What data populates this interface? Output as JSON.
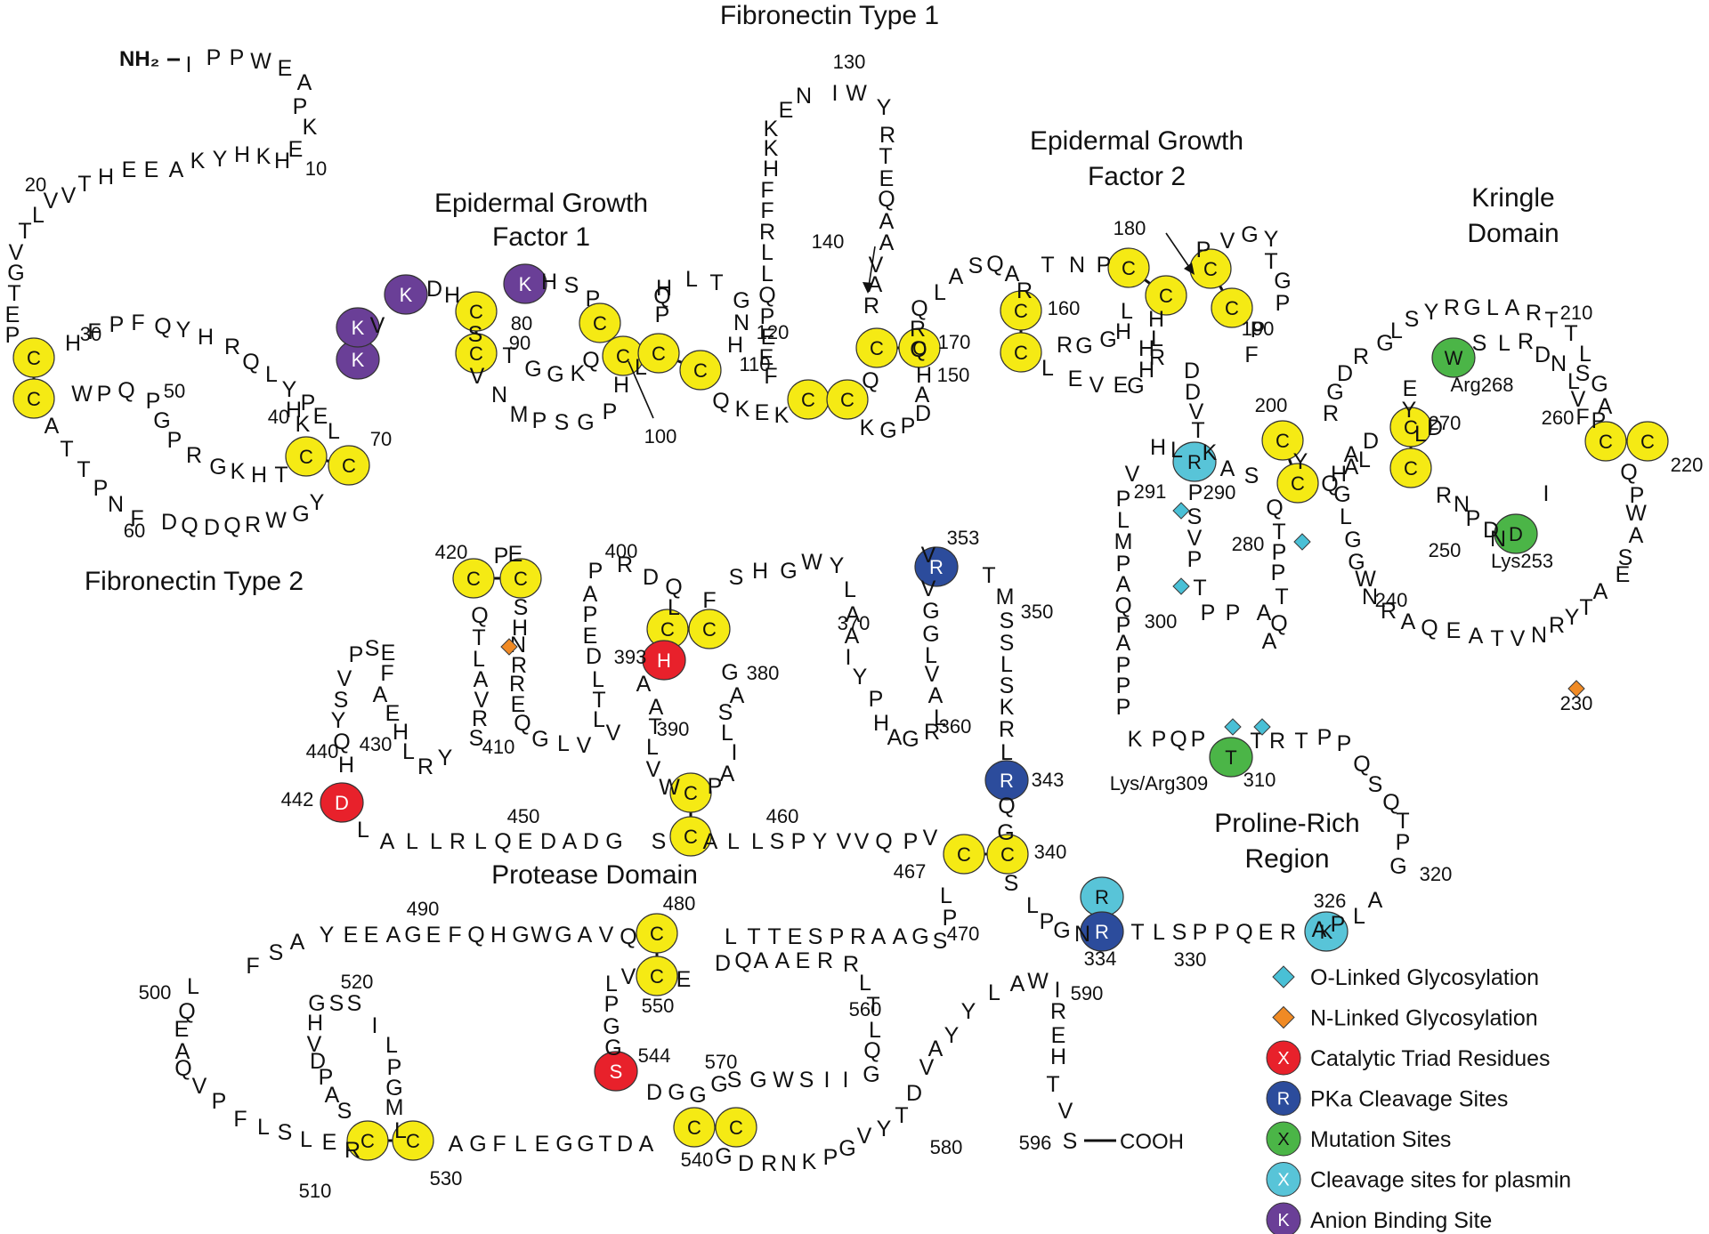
{
  "colors": {
    "cysteine": "#f5ea14",
    "catalytic": "#e8212b",
    "pka": "#2c4c9c",
    "mutation": "#4bb547",
    "plasmin": "#58c4d8",
    "anion": "#6a3f97",
    "o_glyco": "#49c0d6",
    "n_glyco": "#f08a24",
    "text": "#111111",
    "red_label": "#e8212b",
    "blue_label": "#2c4c9c"
  },
  "domains": {
    "fibronectin1": "Fibronectin Type 1",
    "fibronectin2": "Fibronectin Type 2",
    "egf1_line1": "Epidermal Growth",
    "egf1_line2": "Factor 1",
    "egf2_line1": "Epidermal Growth",
    "egf2_line2": "Factor 2",
    "kringle_line1": "Kringle",
    "kringle_line2": "Domain",
    "proline_line1": "Proline-Rich",
    "proline_line2": "Region",
    "protease": "Protease Domain"
  },
  "termini": {
    "n": "NH₂",
    "c": "COOH"
  },
  "position_numbers": [
    "10",
    "20",
    "30",
    "40",
    "50",
    "60",
    "70",
    "80",
    "90",
    "100",
    "110",
    "120",
    "130",
    "140",
    "150",
    "160",
    "170",
    "180",
    "190",
    "200",
    "210",
    "220",
    "230",
    "240",
    "250",
    "260",
    "270",
    "280",
    "290",
    "291",
    "300",
    "310",
    "320",
    "326",
    "330",
    "334",
    "340",
    "343",
    "350",
    "360",
    "370",
    "380",
    "390",
    "400",
    "410",
    "420",
    "430",
    "440",
    "450",
    "460",
    "467",
    "470",
    "480",
    "490",
    "500",
    "510",
    "520",
    "530",
    "540",
    "550",
    "560",
    "570",
    "580",
    "590",
    "596"
  ],
  "annotations": {
    "res353": "353",
    "res393": "393",
    "res442": "442",
    "res544": "544",
    "arg268": "Arg268",
    "lys253": "Lys253",
    "lysarg309": "Lys/Arg309"
  },
  "legend": [
    {
      "symbol": "",
      "label": "O-Linked Glycosylation",
      "kind": "o_glyco"
    },
    {
      "symbol": "",
      "label": "N-Linked Glycosylation",
      "kind": "n_glyco"
    },
    {
      "symbol": "X",
      "label": "Catalytic Triad Residues",
      "kind": "catalytic"
    },
    {
      "symbol": "R",
      "label": "PKa Cleavage Sites",
      "kind": "pka"
    },
    {
      "symbol": "X",
      "label": "Mutation Sites",
      "kind": "mutation"
    },
    {
      "symbol": "X",
      "label": "Cleavage sites for plasmin",
      "kind": "plasmin"
    },
    {
      "symbol": "K",
      "label": "Anion Binding Site",
      "kind": "anion"
    }
  ]
}
